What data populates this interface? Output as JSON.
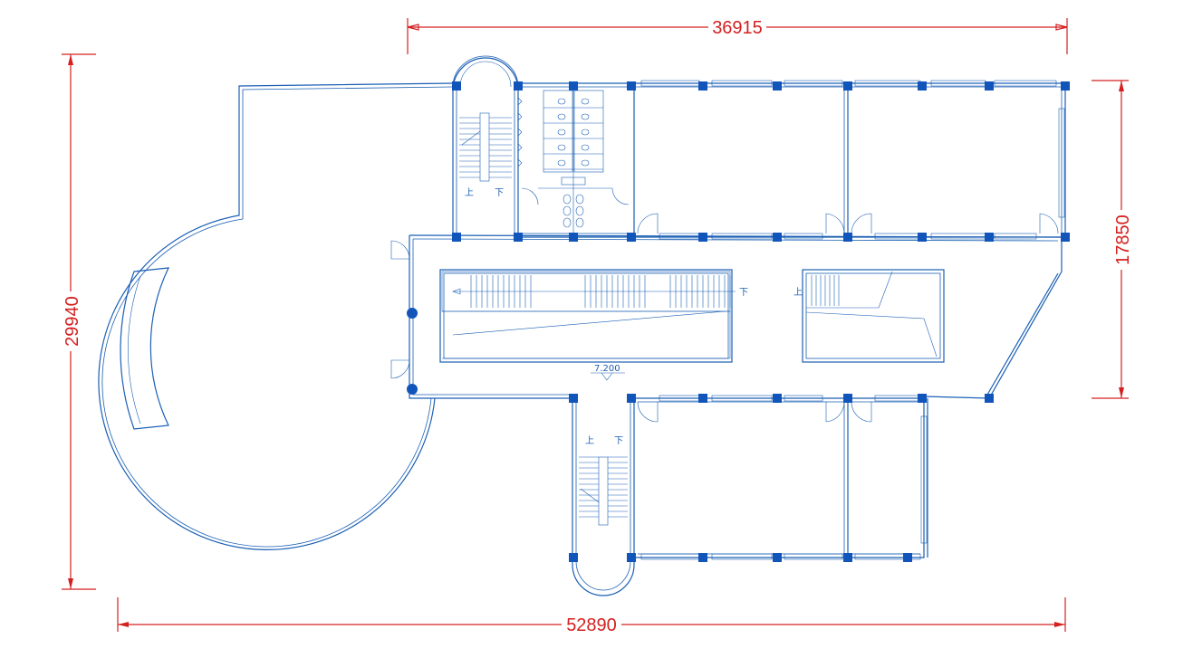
{
  "dimensions": {
    "top_width": "36915",
    "right_height": "17850",
    "left_height": "29940",
    "bottom_width": "52890"
  },
  "annotations": {
    "elevation": "7.200",
    "stair_up": "上",
    "stair_down": "下"
  },
  "colors": {
    "drawing": "#1a5fb4",
    "columns": "#1155bb",
    "dimensions": "#d42020"
  }
}
